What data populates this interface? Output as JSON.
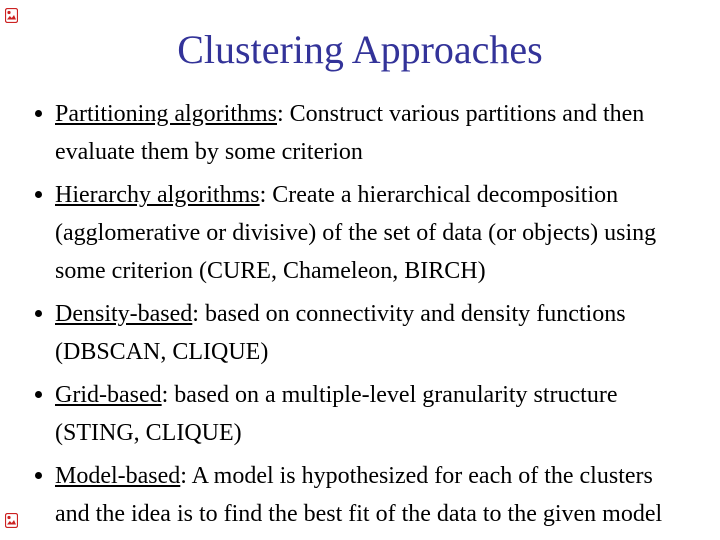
{
  "slide": {
    "title": "Clustering Approaches",
    "bullets": [
      {
        "term": "Partitioning algorithms",
        "text": ": Construct various partitions and then evaluate them by some criterion"
      },
      {
        "term": "Hierarchy algorithms",
        "text": ": Create a hierarchical decomposition (agglomerative or divisive) of the set of data (or objects) using some criterion (CURE, Chameleon, BIRCH)"
      },
      {
        "term": "Density-based",
        "text": ": based on connectivity and density functions (DBSCAN, CLIQUE)"
      },
      {
        "term": "Grid-based",
        "text": ": based on a multiple-level granularity structure (STING, CLIQUE)"
      },
      {
        "term": "Model-based",
        "text": ": A model is hypothesized for each of the clusters and the idea is to find the best fit of the data to the given model"
      }
    ],
    "icons": {
      "top_left": "broken-image-icon",
      "bottom_left": "broken-image-icon"
    },
    "colors": {
      "title": "#333399",
      "body_text": "#000000",
      "background": "#ffffff",
      "corner_icon": "#cc2222"
    }
  }
}
